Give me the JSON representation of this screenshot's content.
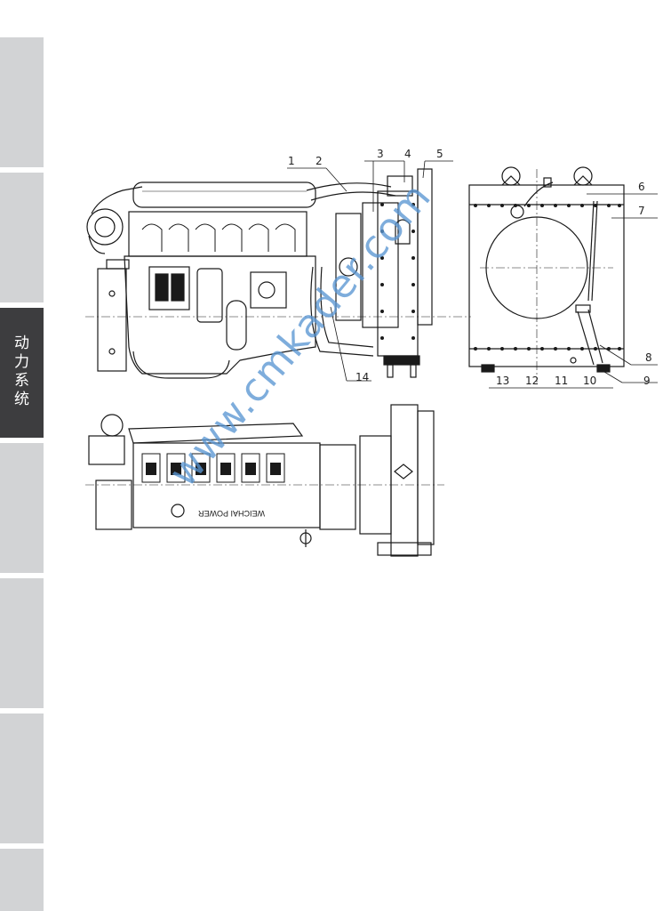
{
  "sidebar": {
    "active_label": "动力系统",
    "tabs": [
      "",
      "",
      "动力系统",
      "",
      "",
      "",
      ""
    ]
  },
  "callouts": [
    "1",
    "2",
    "3",
    "4",
    "5",
    "6",
    "7",
    "8",
    "9",
    "10",
    "11",
    "12",
    "13",
    "14"
  ],
  "engine_marking": "WEICHAI POWER",
  "watermark": "www.cmkader.com"
}
